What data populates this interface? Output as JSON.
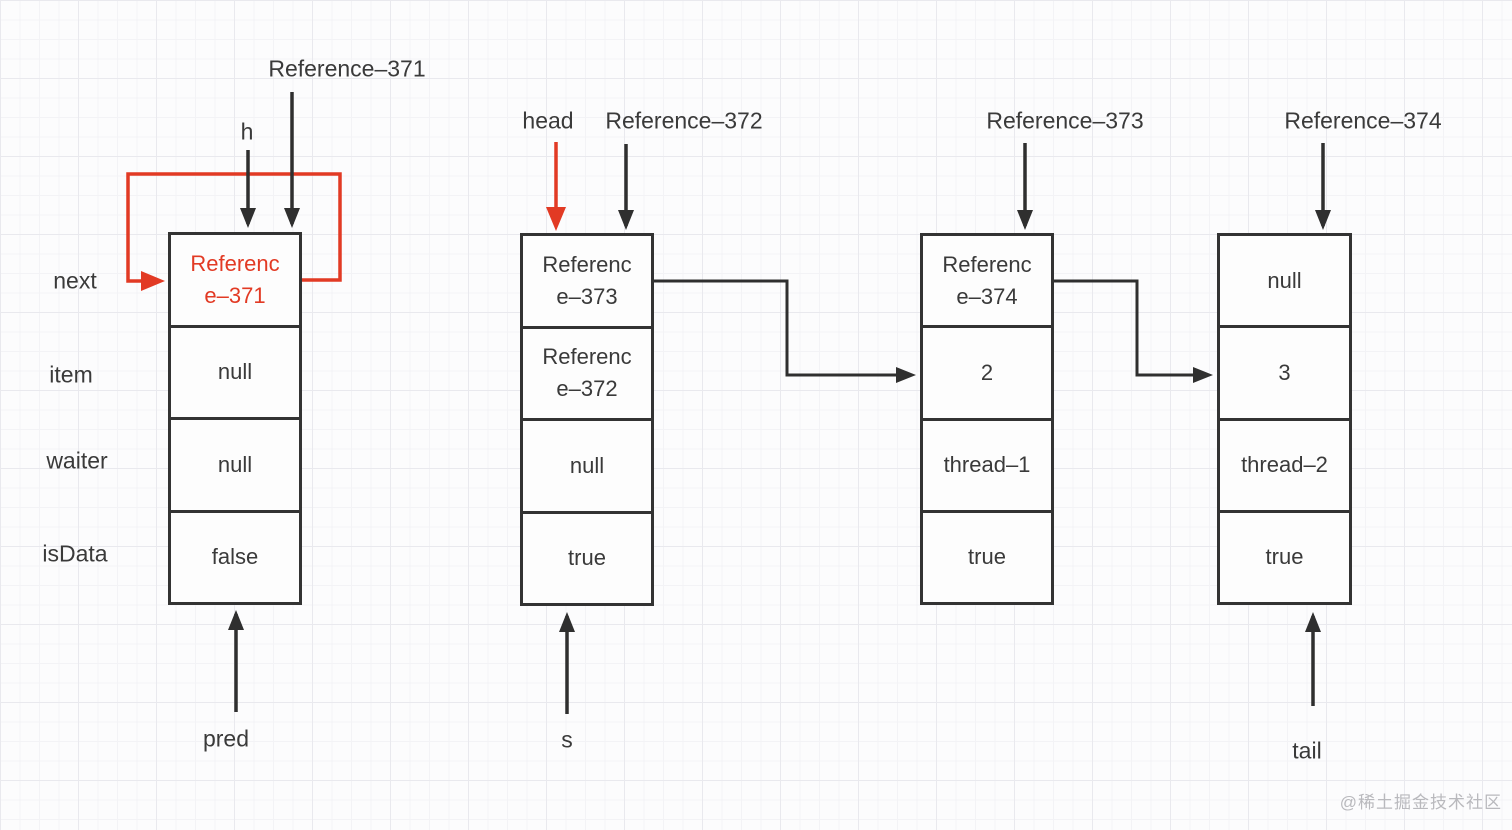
{
  "colors": {
    "accent_red": "#e23a24",
    "line": "#2f2f2f",
    "text": "#3a3a3a",
    "node_border": "#333333",
    "watermark": "#b9b9bd"
  },
  "field_labels": {
    "next": "next",
    "item": "item",
    "waiter": "waiter",
    "isData": "isData"
  },
  "pointer_labels": {
    "h": "h",
    "reference_371": "Reference–371",
    "head": "head",
    "reference_372": "Reference–372",
    "reference_373": "Reference–373",
    "reference_374": "Reference–374",
    "pred": "pred",
    "s": "s",
    "tail": "tail"
  },
  "nodes": [
    {
      "id": "node-1",
      "cells": {
        "next": "Referenc\ne–371",
        "item": "null",
        "waiter": "null",
        "isData": "false"
      }
    },
    {
      "id": "node-2",
      "cells": {
        "next": "Referenc\ne–373",
        "item": "Referenc\ne–372",
        "waiter": "null",
        "isData": "true"
      }
    },
    {
      "id": "node-3",
      "cells": {
        "next": "Referenc\ne–374",
        "item": "2",
        "waiter": "thread–1",
        "isData": "true"
      }
    },
    {
      "id": "node-4",
      "cells": {
        "next": "null",
        "item": "3",
        "waiter": "thread–2",
        "isData": "true"
      }
    }
  ],
  "watermark": "@稀土掘金技术社区"
}
